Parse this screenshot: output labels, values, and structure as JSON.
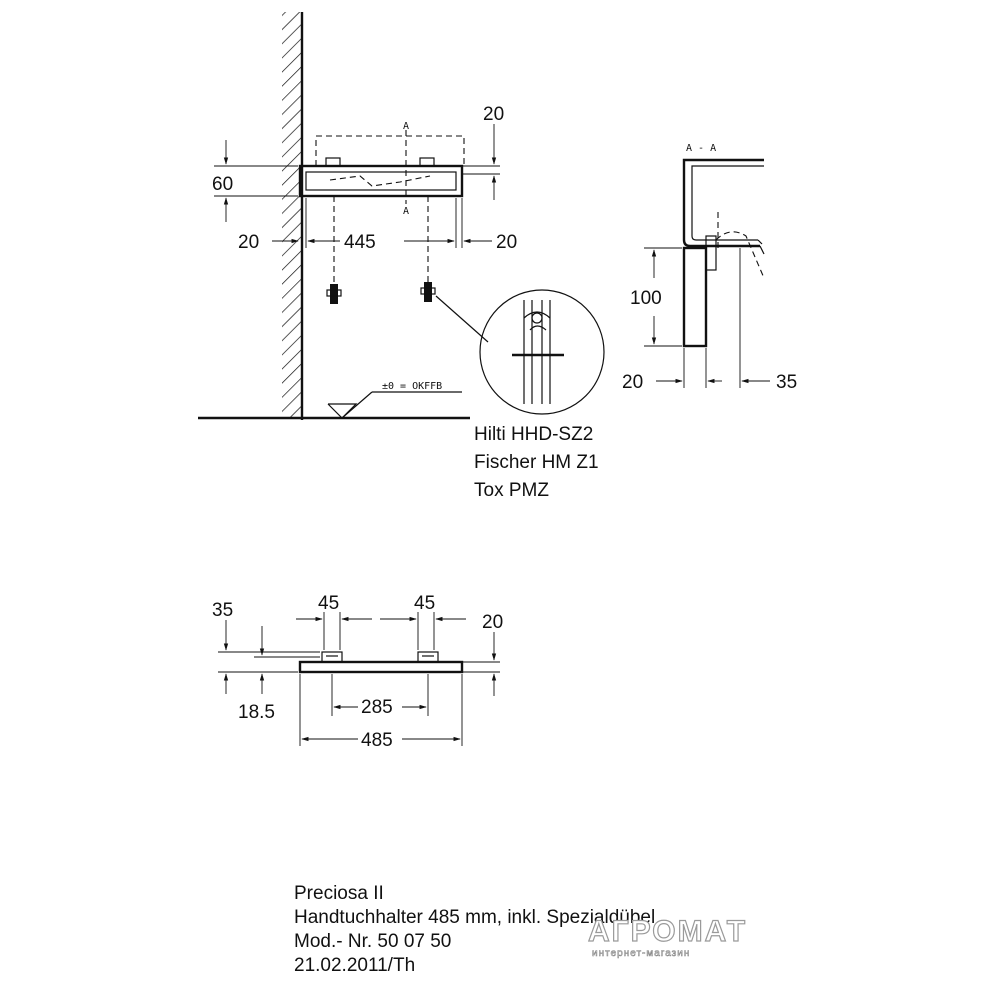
{
  "dimensions": {
    "front_view": {
      "height_60": "60",
      "top_20": "20",
      "left_20": "20",
      "width_445": "445",
      "right_20": "20",
      "section_marker_top": "A",
      "section_marker_bottom": "A",
      "floor_reference": "±0 = OKFFB"
    },
    "section_view": {
      "title": "A - A",
      "height_100": "100",
      "left_20": "20",
      "right_35": "35"
    },
    "plan_view": {
      "left_35": "35",
      "hole_45_left": "45",
      "hole_45_right": "45",
      "right_20": "20",
      "offset_18_5": "18.5",
      "spacing_285": "285",
      "total_485": "485"
    }
  },
  "anchors": {
    "items": [
      "Hilti HHD-SZ2",
      "Fischer HM Z1",
      "Tox PMZ"
    ]
  },
  "info": {
    "product": "Preciosa II",
    "description": "Handtuchhalter 485 mm, inkl. Spezialdübel",
    "model": "Mod.- Nr. 50 07 50",
    "date": "21.02.2011/Th"
  },
  "watermark": {
    "brand": "АГРОМАТ",
    "tagline": "интернет-магазин"
  }
}
